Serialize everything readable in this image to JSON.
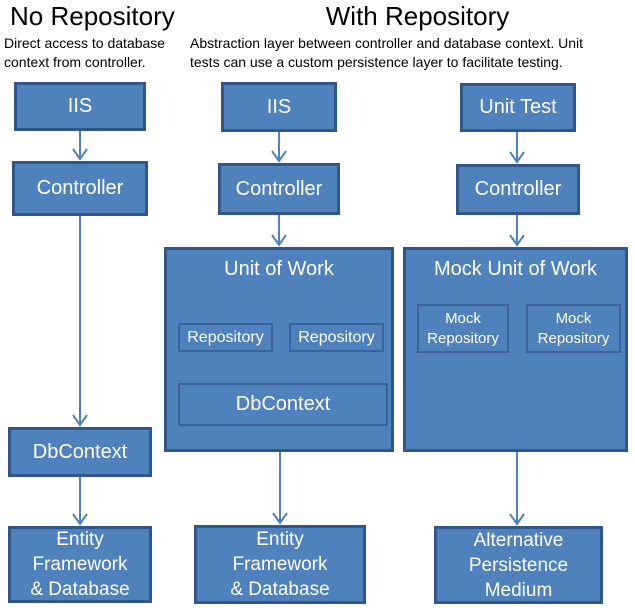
{
  "headers": {
    "no_repository": {
      "title": "No Repository",
      "subtitle": "Direct access to database\ncontext from controller."
    },
    "with_repository": {
      "title": "With Repository",
      "subtitle": "Abstraction layer between controller and database context. Unit\ntests can use a custom persistence layer to facilitate testing."
    }
  },
  "no_repo_flow": {
    "iis": "IIS",
    "controller": "Controller",
    "dbcontext": "DbContext",
    "persistence": "Entity\nFramework\n& Database"
  },
  "with_repo_flow": {
    "iis": "IIS",
    "controller": "Controller",
    "unit_of_work": "Unit of Work",
    "repository_1": "Repository",
    "repository_2": "Repository",
    "dbcontext": "DbContext",
    "persistence": "Entity\nFramework\n& Database"
  },
  "test_flow": {
    "unit_test": "Unit Test",
    "controller": "Controller",
    "mock_unit_of_work": "Mock Unit of Work",
    "mock_repository_1": "Mock\nRepository",
    "mock_repository_2": "Mock\nRepository",
    "persistence": "Alternative\nPersistence\nMedium"
  },
  "colors": {
    "box_fill": "#4f81bd",
    "box_border": "#31568a",
    "inner_border": "#3a639c",
    "arrow": "#4f81bd",
    "text_on_box": "#ffffff",
    "heading_text": "#000000"
  }
}
